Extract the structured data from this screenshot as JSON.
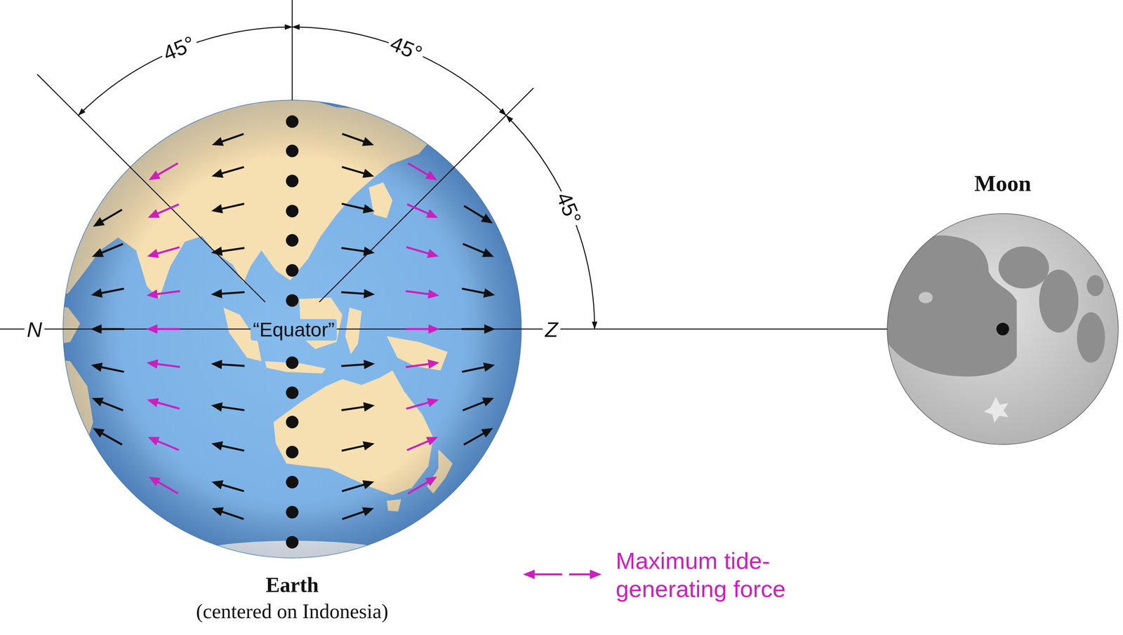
{
  "diagram": {
    "nodes": [
      {
        "text": [
          "Earth",
          "(centered on Indonesia)"
        ]
      },
      {
        "text": [
          "Moon"
        ]
      }
    ],
    "edges": [
      {
        "from": 0,
        "to": 1,
        "arrow": "none"
      }
    ],
    "labels": [
      "45°",
      "45°",
      "45°",
      "N",
      "Z",
      "“Equator”"
    ],
    "legend": [
      {
        "text": "Maximum tide- generating force"
      }
    ]
  }
}
